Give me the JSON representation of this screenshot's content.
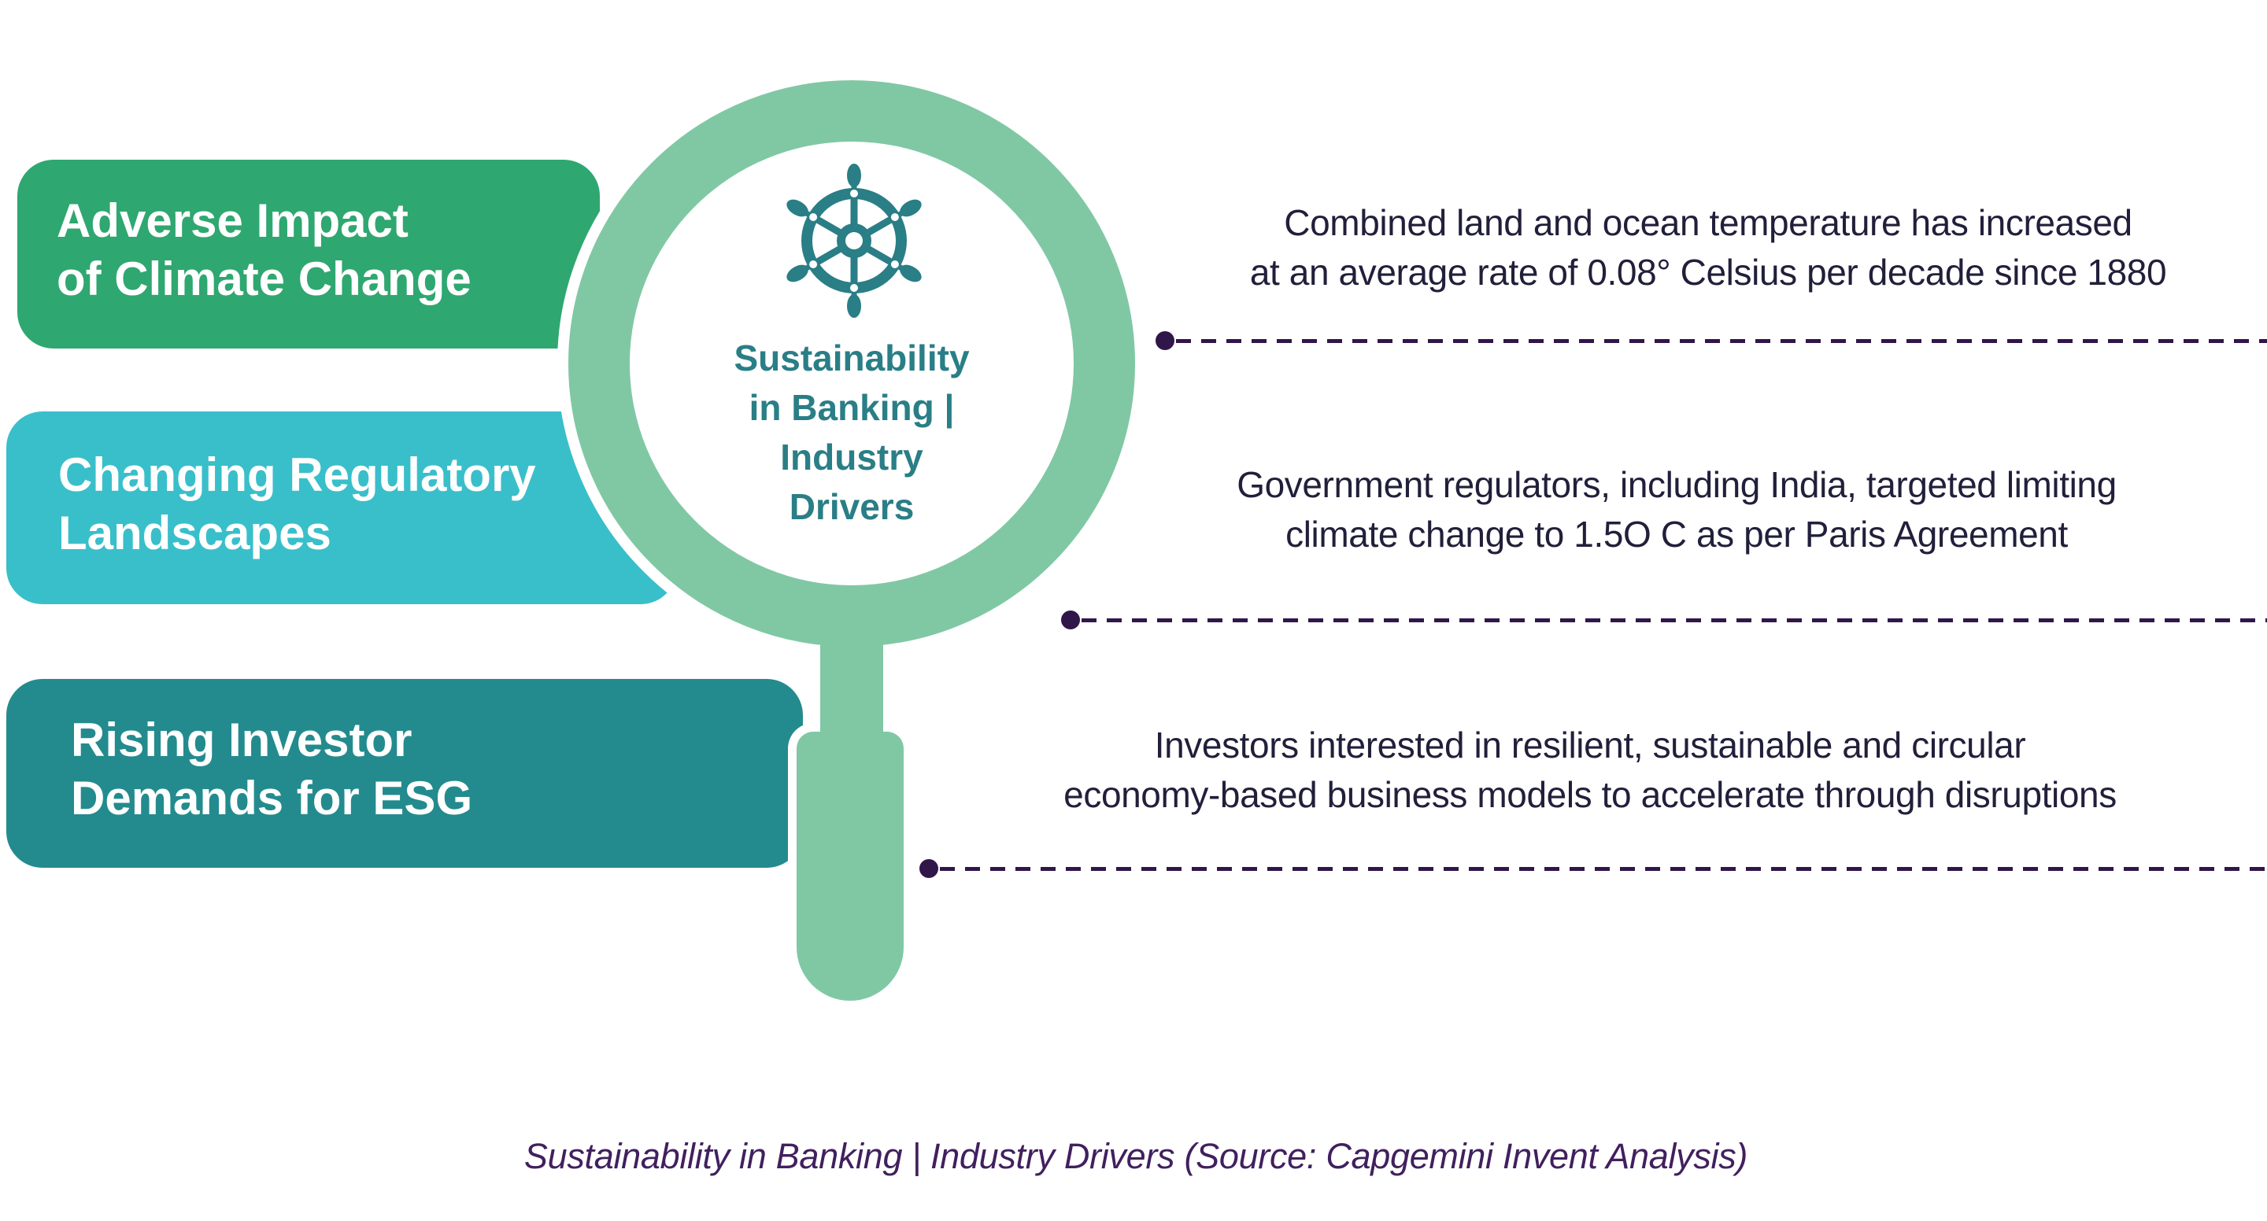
{
  "pills": [
    {
      "lines": [
        "Adverse Impact",
        "of Climate Change"
      ],
      "color": "#2fa770"
    },
    {
      "lines": [
        "Changing Regulatory",
        "Landscapes"
      ],
      "color": "#39bfca"
    },
    {
      "lines": [
        "Rising Investor",
        "Demands for ESG"
      ],
      "color": "#238b8e"
    }
  ],
  "center": {
    "lines": [
      "Sustainability",
      "in Banking |",
      "Industry",
      "Drivers"
    ],
    "icon": "ship-wheel",
    "ring_color": "#80c8a4",
    "text_color": "#2a7e86"
  },
  "drivers": [
    {
      "lines": [
        "Combined land and ocean temperature has increased",
        "at an average rate of 0.08° Celsius per decade since 1880"
      ]
    },
    {
      "lines": [
        "Government regulators, including India, targeted limiting",
        "climate change to 1.5O C as per Paris Agreement"
      ]
    },
    {
      "lines": [
        "Investors interested in resilient, sustainable and circular",
        "economy-based business models to accelerate through disruptions"
      ]
    }
  ],
  "caption": "Sustainability in Banking | Industry Drivers (Source: Capgemini Invent Analysis)",
  "colors": {
    "text_dark": "#211f3a",
    "connector": "#31164a",
    "caption_purple": "#41205e",
    "white": "#ffffff"
  }
}
